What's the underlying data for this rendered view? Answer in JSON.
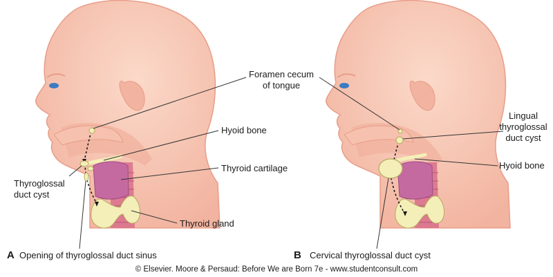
{
  "panel_a": {
    "letter": "A",
    "labels": {
      "hyoid_bone": "Hyoid bone",
      "thyroid_cartilage": "Thyroid cartilage",
      "thyroglossal_duct_cyst": "Thyroglossal\nduct cyst",
      "thyroid_gland": "Thyroid gland",
      "opening_sinus": "Opening of thyroglossal duct sinus"
    }
  },
  "panel_b": {
    "letter": "B",
    "labels": {
      "lingual_cyst": "Lingual\nthyroglossal\nduct cyst",
      "hyoid_bone": "Hyoid bone",
      "cervical_cyst": "Cervical thyroglossal duct cyst"
    }
  },
  "shared": {
    "foramen_cecum": "Foramen cecum\nof tongue"
  },
  "credit": "© Elsevier. Moore & Persaud: Before We are Born 7e - www.studentconsult.com",
  "colors": {
    "skin": "#f7c7b4",
    "skin_shadow": "#eea897",
    "thyroid": "#f4efb8",
    "cartilage": "#c56aa0",
    "trachea": "#d86f8c",
    "eye": "#3c7bc2"
  }
}
